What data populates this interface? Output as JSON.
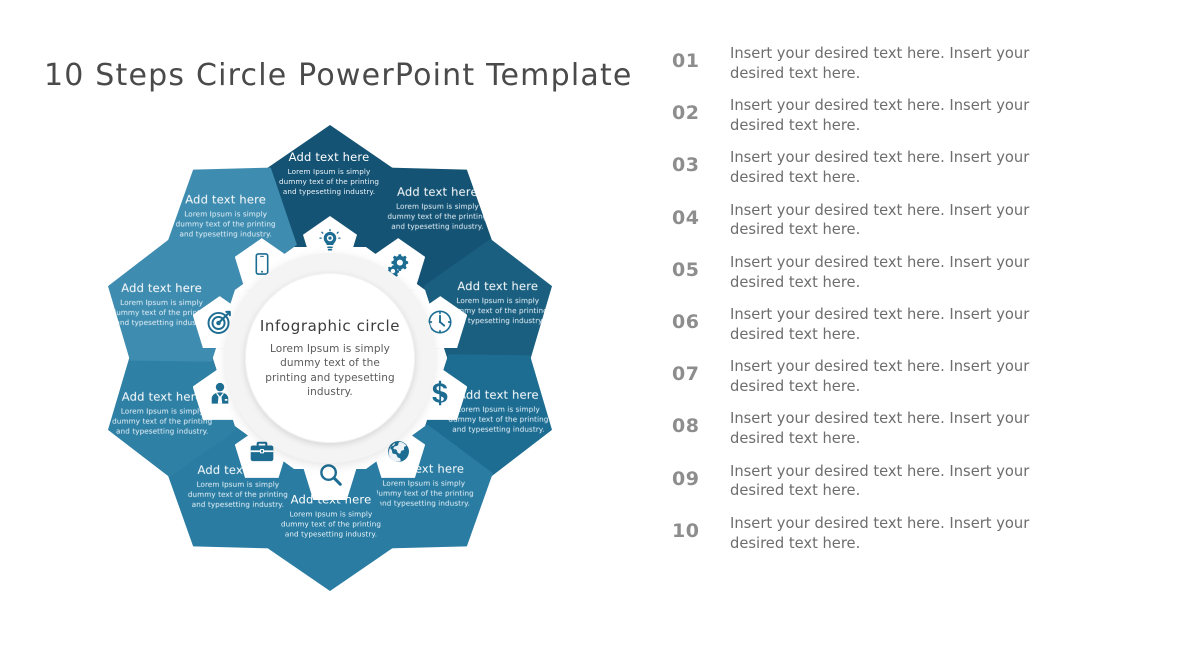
{
  "page": {
    "title": "10 Steps Circle PowerPoint Template",
    "background_color": "#ffffff"
  },
  "colors": {
    "petal_dark": "#155374",
    "petal_mid": "#1d6d93",
    "petal_light": "#3e8cb0",
    "icon_blue": "#1d6d93",
    "number_gray": "#8d8d8d",
    "text_gray": "#6d6d6d",
    "title_gray": "#4a4a4a"
  },
  "center": {
    "title": "Infographic  circle",
    "body": "Lorem Ipsum is simply dummy text of the printing and typesetting industry."
  },
  "petals": [
    {
      "id": "petal-01-lightbulb",
      "title": "Add text here",
      "body": "Lorem Ipsum is simply dummy text of the printing  and typesetting industry.",
      "icon": "lightbulb-icon",
      "color": "#155374",
      "angle": -90
    },
    {
      "id": "petal-02-gears",
      "title": "Add text here",
      "body": "Lorem Ipsum is simply dummy text of the printing and typesetting industry.",
      "icon": "gears-icon",
      "color": "#155374",
      "angle": -54
    },
    {
      "id": "petal-03-clock",
      "title": "Add text here",
      "body": "Lorem Ipsum is simply dummy text of the printing and typesetting industry.",
      "icon": "clock-icon",
      "color": "#1a5f80",
      "angle": -18
    },
    {
      "id": "petal-04-dollar",
      "title": "Add text here",
      "body": "Lorem Ipsum is simply dummy text of the printing and typesetting industry.",
      "icon": "dollar-icon",
      "color": "#1d6d93",
      "angle": 18
    },
    {
      "id": "petal-05-globe",
      "title": "Add text here",
      "body": "Lorem Ipsum is simply dummy text of the printing and typesetting industry.",
      "icon": "globe-icon",
      "color": "#2a7ca2",
      "angle": 54
    },
    {
      "id": "petal-06-magnifier",
      "title": "Add text here",
      "body": "Lorem Ipsum is simply dummy text of the printing and typesetting industry.",
      "icon": "magnifier-icon",
      "color": "#2a7ca2",
      "angle": 90
    },
    {
      "id": "petal-07-briefcase",
      "title": "Add text here",
      "body": "Lorem Ipsum is simply dummy text of the printing and typesetting industry.",
      "icon": "briefcase-icon",
      "color": "#2a7ca2",
      "angle": 126
    },
    {
      "id": "petal-08-person",
      "title": "Add text here",
      "body": "Lorem Ipsum is simply dummy text of the printing and typesetting industry.",
      "icon": "person-icon",
      "color": "#2e80a5",
      "angle": 162
    },
    {
      "id": "petal-09-target",
      "title": "Add text here",
      "body": "Lorem Ipsum is simply dummy text of the printing and typesetting industry.",
      "icon": "target-icon",
      "color": "#3e8cb0",
      "angle": 198
    },
    {
      "id": "petal-10-mobile",
      "title": "Add text here",
      "body": "Lorem Ipsum is simply dummy text of the printing and typesetting industry.",
      "icon": "mobile-icon",
      "color": "#3e8cb0",
      "angle": 234
    }
  ],
  "steps": [
    {
      "number": "01",
      "text": "Insert your desired text here. Insert your desired text here."
    },
    {
      "number": "02",
      "text": "Insert your desired text here. Insert your desired text here."
    },
    {
      "number": "03",
      "text": "Insert your desired text here. Insert your desired text here."
    },
    {
      "number": "04",
      "text": "Insert your desired text here. Insert your desired text here."
    },
    {
      "number": "05",
      "text": "Insert your desired text here. Insert your desired text here."
    },
    {
      "number": "06",
      "text": "Insert your desired text here. Insert your desired text here."
    },
    {
      "number": "07",
      "text": "Insert your desired text here. Insert your desired text here."
    },
    {
      "number": "08",
      "text": "Insert your desired text here. Insert your desired text here."
    },
    {
      "number": "09",
      "text": "Insert your desired text here. Insert your desired text here."
    },
    {
      "number": "10",
      "text": "Insert your desired text here. Insert your desired text here."
    }
  ]
}
